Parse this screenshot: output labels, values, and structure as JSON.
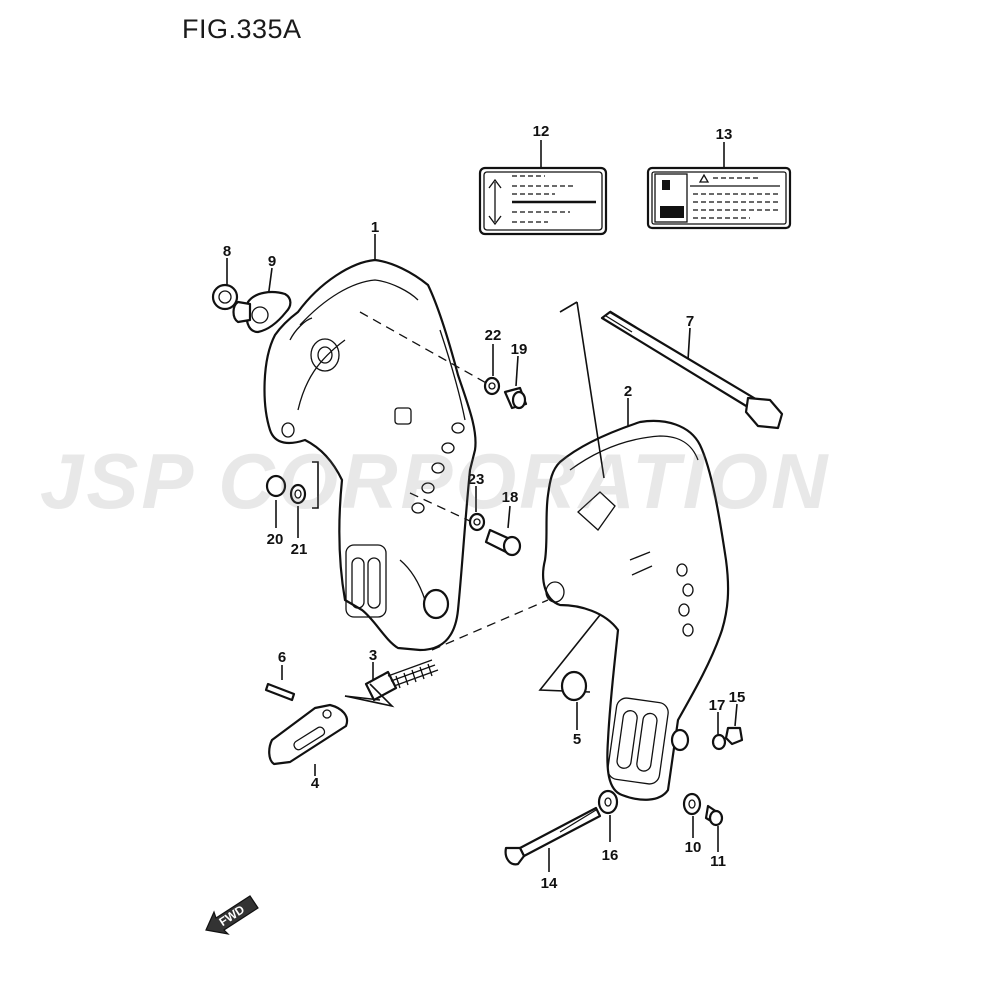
{
  "figure": {
    "title": "FIG.335A"
  },
  "watermark": {
    "text": "JSP CORPORATION"
  },
  "fwd_arrow": {
    "label": "FWD"
  },
  "parts": [
    {
      "id": "part-1",
      "label": "1"
    },
    {
      "id": "part-2",
      "label": "2"
    },
    {
      "id": "part-3",
      "label": "3"
    },
    {
      "id": "part-4",
      "label": "4"
    },
    {
      "id": "part-5",
      "label": "5"
    },
    {
      "id": "part-6",
      "label": "6"
    },
    {
      "id": "part-7",
      "label": "7"
    },
    {
      "id": "part-8",
      "label": "8"
    },
    {
      "id": "part-9",
      "label": "9"
    },
    {
      "id": "part-10",
      "label": "10"
    },
    {
      "id": "part-11",
      "label": "11"
    },
    {
      "id": "part-12",
      "label": "12"
    },
    {
      "id": "part-13",
      "label": "13"
    },
    {
      "id": "part-14",
      "label": "14"
    },
    {
      "id": "part-15",
      "label": "15"
    },
    {
      "id": "part-16",
      "label": "16"
    },
    {
      "id": "part-17",
      "label": "17"
    },
    {
      "id": "part-18",
      "label": "18"
    },
    {
      "id": "part-19",
      "label": "19"
    },
    {
      "id": "part-20",
      "label": "20"
    },
    {
      "id": "part-21",
      "label": "21"
    },
    {
      "id": "part-22",
      "label": "22"
    },
    {
      "id": "part-23",
      "label": "23"
    }
  ]
}
